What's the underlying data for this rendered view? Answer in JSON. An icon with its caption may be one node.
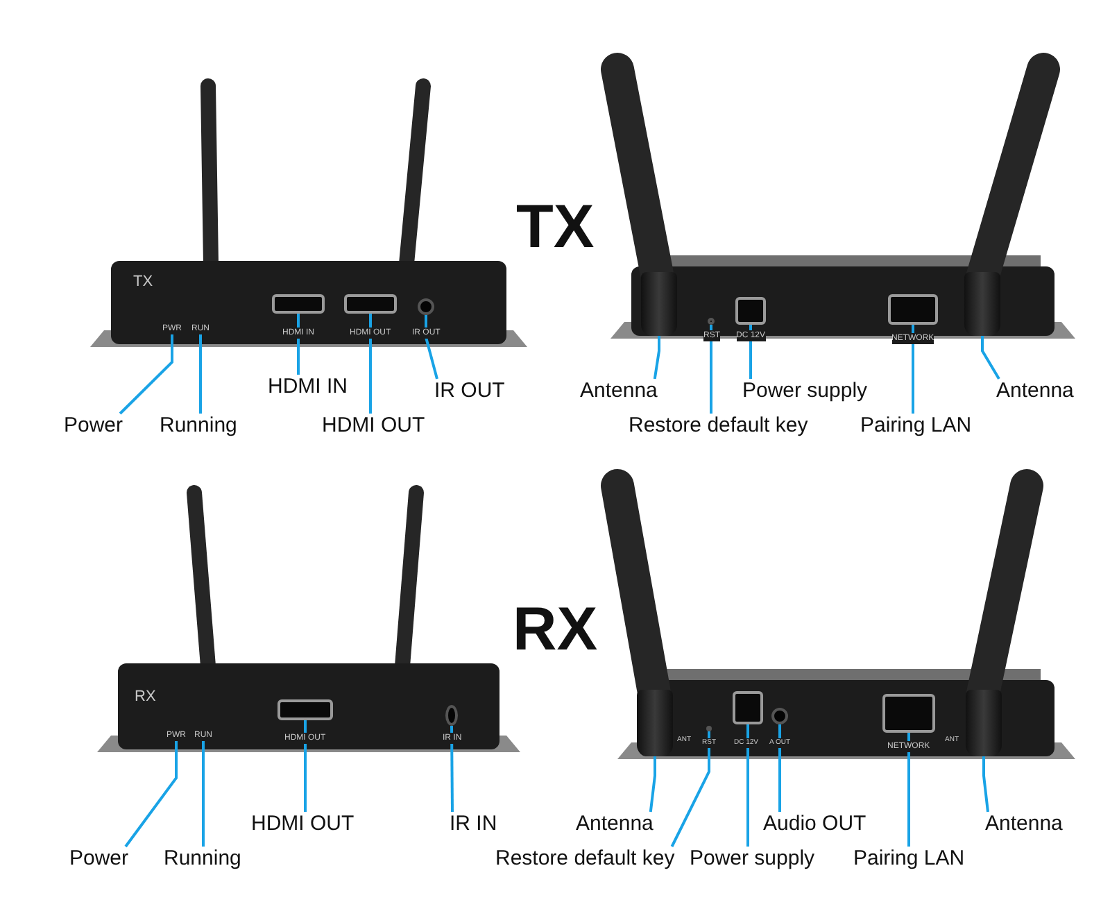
{
  "diagram": {
    "nodes": [
      {
        "text": [
          "Power"
        ]
      },
      {
        "text": [
          "Running"
        ]
      },
      {
        "text": [
          "HDMI IN"
        ]
      },
      {
        "text": [
          "HDMI OUT"
        ]
      },
      {
        "text": [
          "IR OUT"
        ]
      },
      {
        "text": [
          "PWR"
        ]
      },
      {
        "text": [
          "RUN"
        ]
      },
      {
        "text": [],
        "shape": "box"
      },
      {
        "text": [],
        "shape": "box"
      },
      {
        "text": [],
        "shape": "circle"
      },
      {
        "text": [
          "Antenna"
        ]
      },
      {
        "text": [
          "Restore default key"
        ]
      },
      {
        "text": [
          "Power supply"
        ]
      },
      {
        "text": [
          "Pairing LAN"
        ]
      },
      {
        "text": [
          "Antenna"
        ]
      },
      {
        "text": [],
        "shape": "bar"
      },
      {
        "text": [],
        "shape": "circle"
      },
      {
        "text": [],
        "shape": "box"
      },
      {
        "text": [],
        "shape": "box"
      },
      {
        "text": [],
        "shape": "bar"
      },
      {
        "text": [
          "Power"
        ]
      },
      {
        "text": [
          "Running"
        ]
      },
      {
        "text": [
          "HDMI OUT"
        ]
      },
      {
        "text": [
          "IR IN"
        ]
      },
      {
        "text": [
          "PWR"
        ]
      },
      {
        "text": [
          "RUN"
        ]
      },
      {
        "text": [],
        "shape": "box"
      },
      {
        "text": [],
        "shape": "circle"
      },
      {
        "text": [
          "Antenna"
        ]
      },
      {
        "text": [
          "Restore default key"
        ]
      },
      {
        "text": [
          "Power supply"
        ]
      },
      {
        "text": [
          "Audio OUT"
        ]
      },
      {
        "text": [
          "Pairing LAN"
        ]
      },
      {
        "text": [
          "Antenna"
        ]
      },
      {
        "text": [],
        "shape": "bar"
      },
      {
        "text": [],
        "shape": "circle"
      },
      {
        "text": [],
        "shape": "box"
      },
      {
        "text": [],
        "shape": "circle"
      },
      {
        "text": [],
        "shape": "box"
      },
      {
        "text": [],
        "shape": "bar"
      }
    ],
    "edges": [
      {
        "from": 0,
        "to": 5,
        "arrow": "none"
      },
      {
        "from": 1,
        "to": 6,
        "arrow": "none"
      },
      {
        "from": 2,
        "to": 7,
        "arrow": "none"
      },
      {
        "from": 3,
        "to": 8,
        "arrow": "none"
      },
      {
        "from": 4,
        "to": 9,
        "arrow": "none"
      },
      {
        "from": 10,
        "to": 15,
        "arrow": "none"
      },
      {
        "from": 11,
        "to": 16,
        "arrow": "none"
      },
      {
        "from": 12,
        "to": 17,
        "arrow": "none"
      },
      {
        "from": 13,
        "to": 18,
        "arrow": "none"
      },
      {
        "from": 14,
        "to": 19,
        "arrow": "none"
      },
      {
        "from": 20,
        "to": 24,
        "arrow": "none"
      },
      {
        "from": 21,
        "to": 25,
        "arrow": "none"
      },
      {
        "from": 22,
        "to": 26,
        "arrow": "none"
      },
      {
        "from": 23,
        "to": 27,
        "arrow": "none"
      },
      {
        "from": 28,
        "to": 34,
        "arrow": "none"
      },
      {
        "from": 29,
        "to": 35,
        "arrow": "none"
      },
      {
        "from": 30,
        "to": 36,
        "arrow": "none"
      },
      {
        "from": 31,
        "to": 37,
        "arrow": "none"
      },
      {
        "from": 32,
        "to": 38,
        "arrow": "none"
      },
      {
        "from": 33,
        "to": 39,
        "arrow": "none"
      }
    ],
    "labels": [
      "TX",
      "HDMI IN",
      "HDMI OUT",
      "IR OUT",
      "TX",
      "RST",
      "DC 12V",
      "NETWORK",
      "RX",
      "RX",
      "HDMI OUT",
      "IR IN",
      "ANT",
      "RST",
      "DC 12V",
      "A OUT",
      "NETWORK",
      "ANT"
    ]
  }
}
